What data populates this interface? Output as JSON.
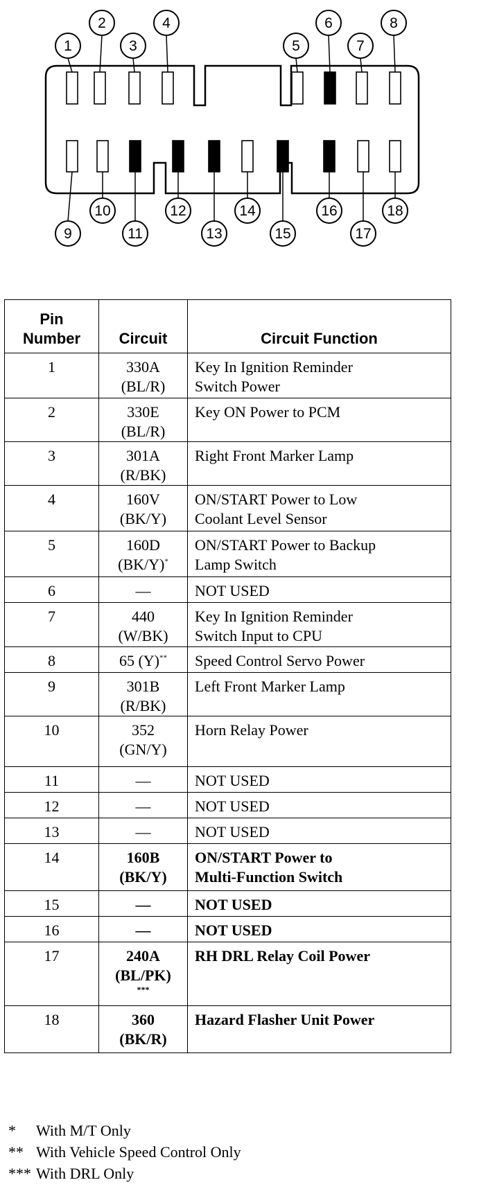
{
  "connector": {
    "top_pins": [
      {
        "number": "1",
        "filled": false
      },
      {
        "number": "2",
        "filled": false
      },
      {
        "number": "3",
        "filled": false
      },
      {
        "number": "4",
        "filled": false
      },
      {
        "number": "5",
        "filled": false
      },
      {
        "number": "6",
        "filled": true
      },
      {
        "number": "7",
        "filled": false
      },
      {
        "number": "8",
        "filled": false
      }
    ],
    "bottom_pins": [
      {
        "number": "9",
        "filled": false
      },
      {
        "number": "10",
        "filled": false
      },
      {
        "number": "11",
        "filled": true
      },
      {
        "number": "12",
        "filled": true
      },
      {
        "number": "13",
        "filled": true
      },
      {
        "number": "14",
        "filled": false
      },
      {
        "number": "15",
        "filled": true
      },
      {
        "number": "16",
        "filled": true
      },
      {
        "number": "17",
        "filled": false
      },
      {
        "number": "18",
        "filled": false
      }
    ]
  },
  "table": {
    "headers": {
      "pin_line1": "Pin",
      "pin_line2": "Number",
      "circuit": "Circuit",
      "function": "Circuit Function"
    },
    "rows": [
      {
        "pin": "1",
        "circuit": "330A",
        "color": "(BL/R)",
        "function": "Key In Ignition Reminder",
        "function2": "Switch Power"
      },
      {
        "pin": "2",
        "circuit": "330E",
        "color": "(BL/R)",
        "function": "Key ON Power to PCM",
        "function2": ""
      },
      {
        "pin": "3",
        "circuit": "301A",
        "color": "(R/BK)",
        "function": "Right Front Marker Lamp",
        "function2": ""
      },
      {
        "pin": "4",
        "circuit": "160V",
        "color": "(BK/Y)",
        "function": "ON/START Power to Low",
        "function2": "Coolant Level Sensor"
      },
      {
        "pin": "5",
        "circuit": "160D",
        "color": "(BK/Y)",
        "mark": "*",
        "function": "ON/START Power to Backup",
        "function2": "Lamp Switch"
      },
      {
        "pin": "6",
        "circuit": "—",
        "function": "NOT USED"
      },
      {
        "pin": "7",
        "circuit": "440",
        "color": "(W/BK)",
        "function": "Key In Ignition Reminder",
        "function2": "Switch Input to CPU"
      },
      {
        "pin": "8",
        "circuit": "65 (Y)",
        "mark": "**",
        "function": "Speed Control Servo Power"
      },
      {
        "pin": "9",
        "circuit": "301B",
        "color": "(R/BK)",
        "function": "Left Front Marker Lamp",
        "function2": ""
      },
      {
        "pin": "10",
        "circuit": "352",
        "color": "(GN/Y)",
        "function": "Horn Relay Power",
        "function2": ""
      },
      {
        "pin": "11",
        "circuit": "—",
        "function": "NOT USED"
      },
      {
        "pin": "12",
        "circuit": "—",
        "function": "NOT USED"
      },
      {
        "pin": "13",
        "circuit": "—",
        "function": "NOT USED"
      },
      {
        "pin": "14",
        "circuit": "160B",
        "color": "(BK/Y)",
        "function": "ON/START Power to",
        "function2": "Multi-Function Switch"
      },
      {
        "pin": "15",
        "circuit": "—",
        "function": "NOT USED"
      },
      {
        "pin": "16",
        "circuit": "—",
        "function": "NOT USED"
      },
      {
        "pin": "17",
        "circuit": "240A",
        "color": "(BL/PK)",
        "mark": "***",
        "function": "RH DRL Relay Coil Power",
        "function2": ""
      },
      {
        "pin": "18",
        "circuit": "360",
        "color": "(BK/R)",
        "function": "Hazard Flasher Unit Power",
        "function2": ""
      }
    ]
  },
  "notes": [
    {
      "mark": "*",
      "text": "With M/T Only"
    },
    {
      "mark": "**",
      "text": "With Vehicle Speed Control Only"
    },
    {
      "mark": "***",
      "text": "With DRL Only"
    }
  ]
}
